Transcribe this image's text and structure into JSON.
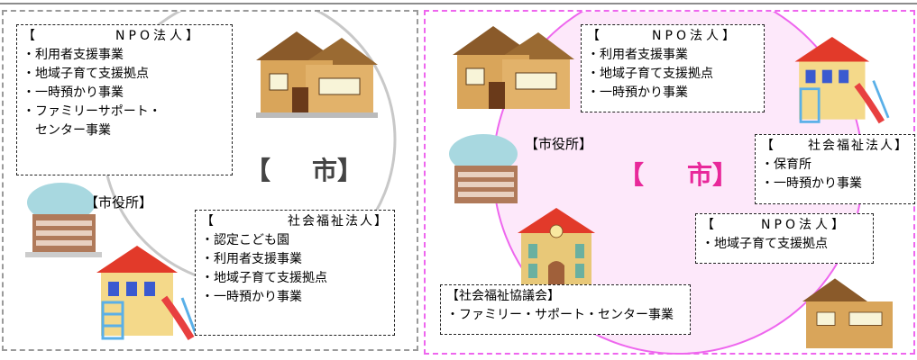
{
  "colors": {
    "left_border": "#9a9a9a",
    "right_border": "#ee66ee",
    "right_city": "#e8289a",
    "left_city": "#444444"
  },
  "left": {
    "city_open": "【",
    "city_close": "市】",
    "cityhall_label": "【市役所】",
    "npo": {
      "open": "【",
      "title": "NPO法人】",
      "items": [
        "・利用者支援事業",
        "・地域子育て支援拠点",
        "・一時預かり事業",
        "・ファミリーサポート・",
        "　センター事業"
      ]
    },
    "welfare": {
      "open": "【",
      "title": "社会福祉法人】",
      "items": [
        "・認定こども園",
        "・利用者支援事業",
        "・地域子育て支援拠点",
        "・一時預かり事業"
      ]
    }
  },
  "right": {
    "city_open": "【",
    "city_close": "市】",
    "cityhall_label": "【市役所】",
    "npo1": {
      "open": "【",
      "title": "NPO法人】",
      "items": [
        "・利用者支援事業",
        "・地域子育て支援拠点",
        "・一時預かり事業"
      ]
    },
    "welfare": {
      "open": "【",
      "title": "社会福祉法人】",
      "items": [
        "・保育所",
        "・一時預かり事業"
      ]
    },
    "npo2": {
      "open": "【",
      "title": "NPO法人】",
      "items": [
        "・地域子育て支援拠点"
      ]
    },
    "council": {
      "title": "【社会福祉協議会】",
      "items": [
        "・ファミリー・サポート・センター事業"
      ]
    }
  },
  "icons": [
    "house-icon",
    "city-hall-icon",
    "nursery-icon",
    "church-school-icon"
  ]
}
